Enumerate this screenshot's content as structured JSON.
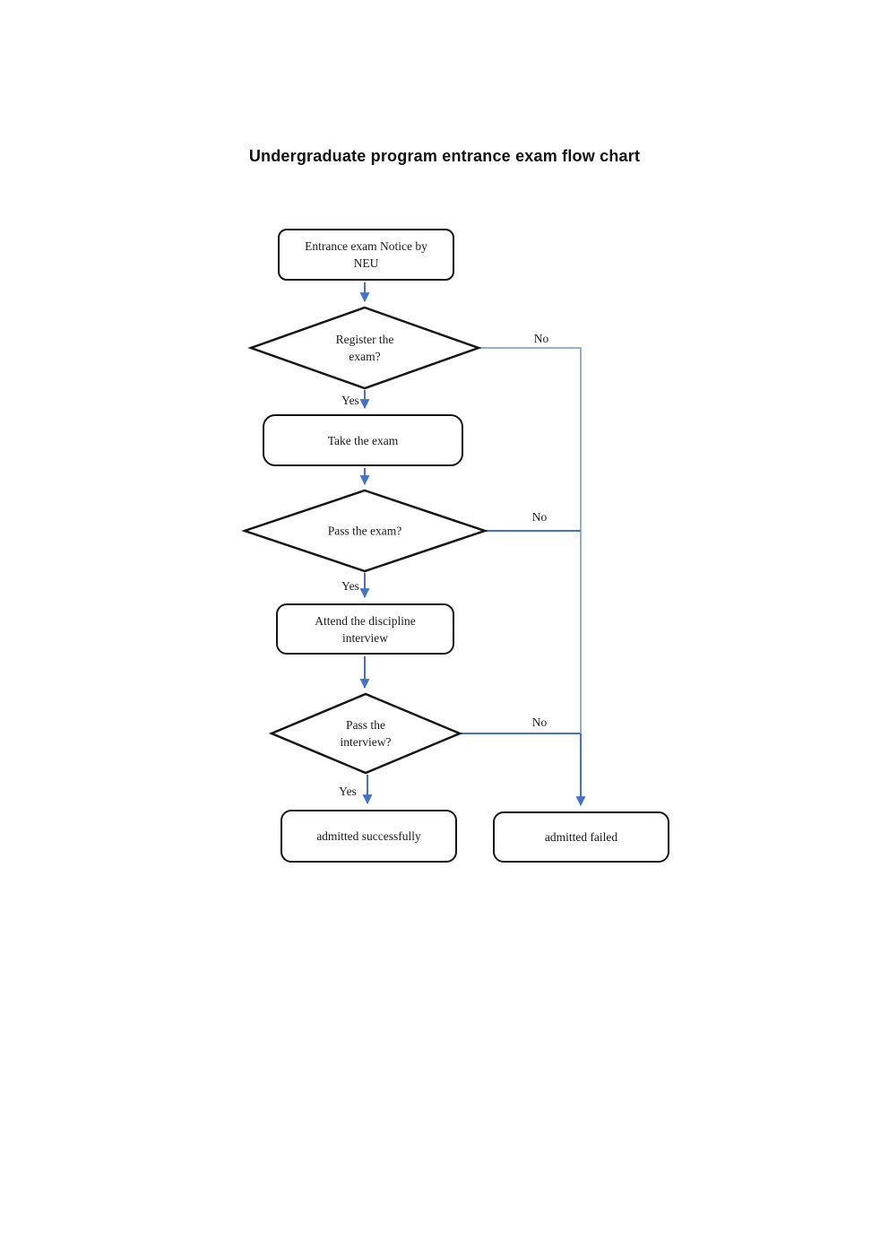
{
  "page": {
    "title": "Undergraduate program entrance exam flow chart"
  },
  "flowchart": {
    "colors": {
      "connector": "#4472c4",
      "connector_light": "#94afd8",
      "shape_border": "#141414",
      "text": "#1a1a1a",
      "background": "#ffffff"
    },
    "nodes": {
      "start": {
        "type": "rounded-rect",
        "lines": [
          "Entrance exam Notice by",
          "NEU"
        ]
      },
      "register": {
        "type": "decision",
        "lines": [
          "Register the",
          "exam?"
        ]
      },
      "take_exam": {
        "type": "rounded-rect",
        "lines": [
          "Take the exam"
        ]
      },
      "pass_exam": {
        "type": "decision",
        "lines": [
          "Pass the exam?"
        ]
      },
      "interview": {
        "type": "rounded-rect",
        "lines": [
          "Attend the discipline",
          "interview"
        ]
      },
      "pass_interview": {
        "type": "decision",
        "lines": [
          "Pass the",
          "interview?"
        ]
      },
      "success": {
        "type": "rounded-rect",
        "lines": [
          "admitted successfully"
        ]
      },
      "failed": {
        "type": "rounded-rect",
        "lines": [
          "admitted failed"
        ]
      }
    },
    "edge_labels": {
      "yes1": "Yes",
      "yes2": "Yes",
      "yes3": "Yes",
      "no1": "No",
      "no2": "No",
      "no3": "No"
    }
  }
}
